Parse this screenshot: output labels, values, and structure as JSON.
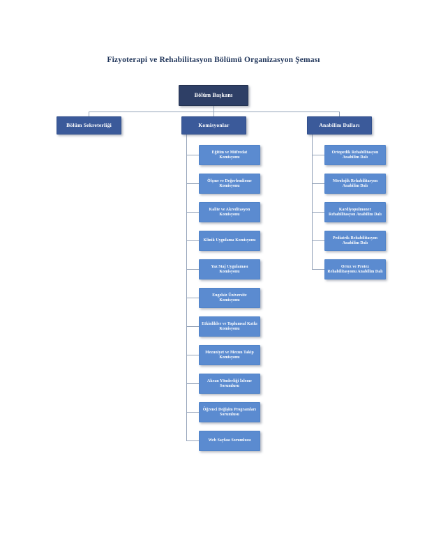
{
  "document": {
    "title": "Fizyoterapi ve Rehabilitasyon Bölümü Organizasyon Şeması"
  },
  "colors": {
    "root_fill": "#2e3f66",
    "level2_fill": "#3b5a9a",
    "leaf_fill": "#5b8bd0",
    "connector": "#93a2b8",
    "title_text": "#1f3459",
    "node_text": "#ffffff",
    "page_background": "#ffffff"
  },
  "org_chart": {
    "type": "org-tree",
    "root": {
      "label": "Bölüm Başkanı",
      "level": 1
    },
    "level2": [
      {
        "label": "Bölüm Sekreterliği",
        "children_count": 0
      },
      {
        "label": "Komisyonlar",
        "children_count": 11
      },
      {
        "label": "Anabilim Dalları",
        "children_count": 5
      }
    ],
    "komisyonlar_children": [
      {
        "label": "Eğitim ve Müfredat Komisyonu"
      },
      {
        "label": "Ölçme ve Değerlendirme Komisyonu"
      },
      {
        "label": "Kalite ve Akreditasyon Komisyonu"
      },
      {
        "label": "Klinik Uygulama Komisyonu"
      },
      {
        "label": "Yaz Staj Uygulaması Komisyonu"
      },
      {
        "label": "Engelsiz Üniversite Komisyonu"
      },
      {
        "label": "Etkinlikler ve Toplumsal Katkı Komisyonu"
      },
      {
        "label": "Mezuniyet ve Mezun Takip Komisyonu"
      },
      {
        "label": "Akran Yönderliği İzleme Sorumlusu"
      },
      {
        "label": "Öğrenci Değişim Programları Sorumlusu"
      },
      {
        "label": "Web Sayfası Sorumlusu"
      }
    ],
    "anabilim_dallari_children": [
      {
        "label": "Ortopedik Rehabilitasyon Anabilim Dalı"
      },
      {
        "label": "Nörolojik Rehabilitasyon Anabilim Dalı"
      },
      {
        "label": "Kardiyopulmoner Rehabilitasyon Anabilim Dalı"
      },
      {
        "label": "Pediatrik Rehabilitasyon Anabilim Dalı"
      },
      {
        "label": "Ortez ve Protez Rehabilitasyonu Anabilim Dalı"
      }
    ]
  }
}
